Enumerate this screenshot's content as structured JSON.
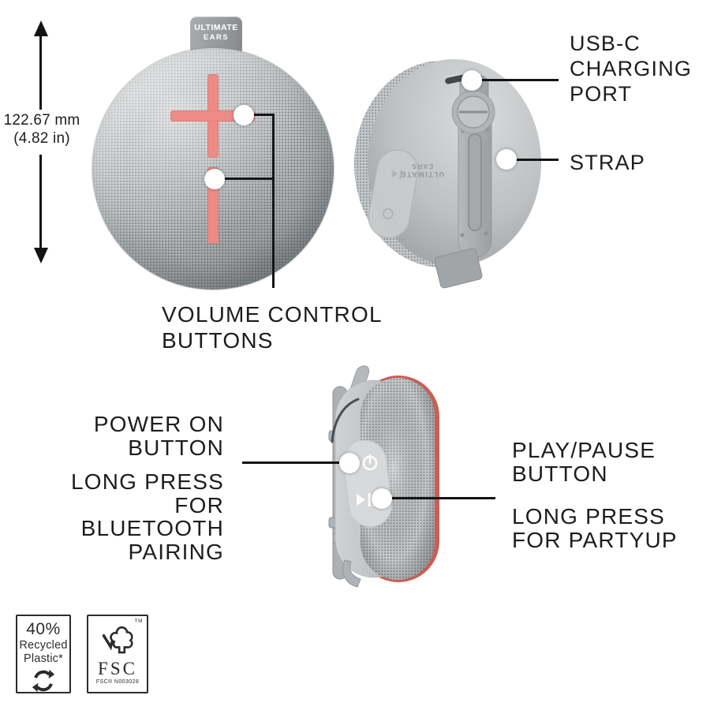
{
  "dimension": {
    "value_mm": "122.67 mm",
    "value_in": "(4.82 in)"
  },
  "front_view": {
    "tag_line1": "ULTIMATE",
    "tag_line2": "EARS"
  },
  "back_view": {
    "brand_line1": "ULTIMATE",
    "brand_line2": "EARS"
  },
  "callouts": {
    "volume": {
      "line1": "VOLUME CONTROL",
      "line2": "BUTTONS"
    },
    "usb": {
      "line1": "USB-C",
      "line2": "CHARGING",
      "line3": "PORT"
    },
    "strap": {
      "line1": "STRAP"
    },
    "power": {
      "line1": "POWER ON",
      "line2": "BUTTON",
      "line3": "LONG PRESS",
      "line4": "FOR",
      "line5": "BLUETOOTH",
      "line6": "PAIRING"
    },
    "play": {
      "line1": "PLAY/PAUSE",
      "line2": "BUTTON",
      "line3": "LONG PRESS",
      "line4": "FOR PARTYUP"
    }
  },
  "badges": {
    "recycled": {
      "percent": "40%",
      "line1": "Recycled",
      "line2": "Plastic*"
    },
    "fsc": {
      "title": "FSC",
      "trademark": "TM",
      "license": "FSC® N003028"
    }
  },
  "colors": {
    "accent_coral": "#ee8b86",
    "callout_line": "#141414",
    "text": "#1d1d1b",
    "speaker_gray": "#c5c8ca"
  }
}
